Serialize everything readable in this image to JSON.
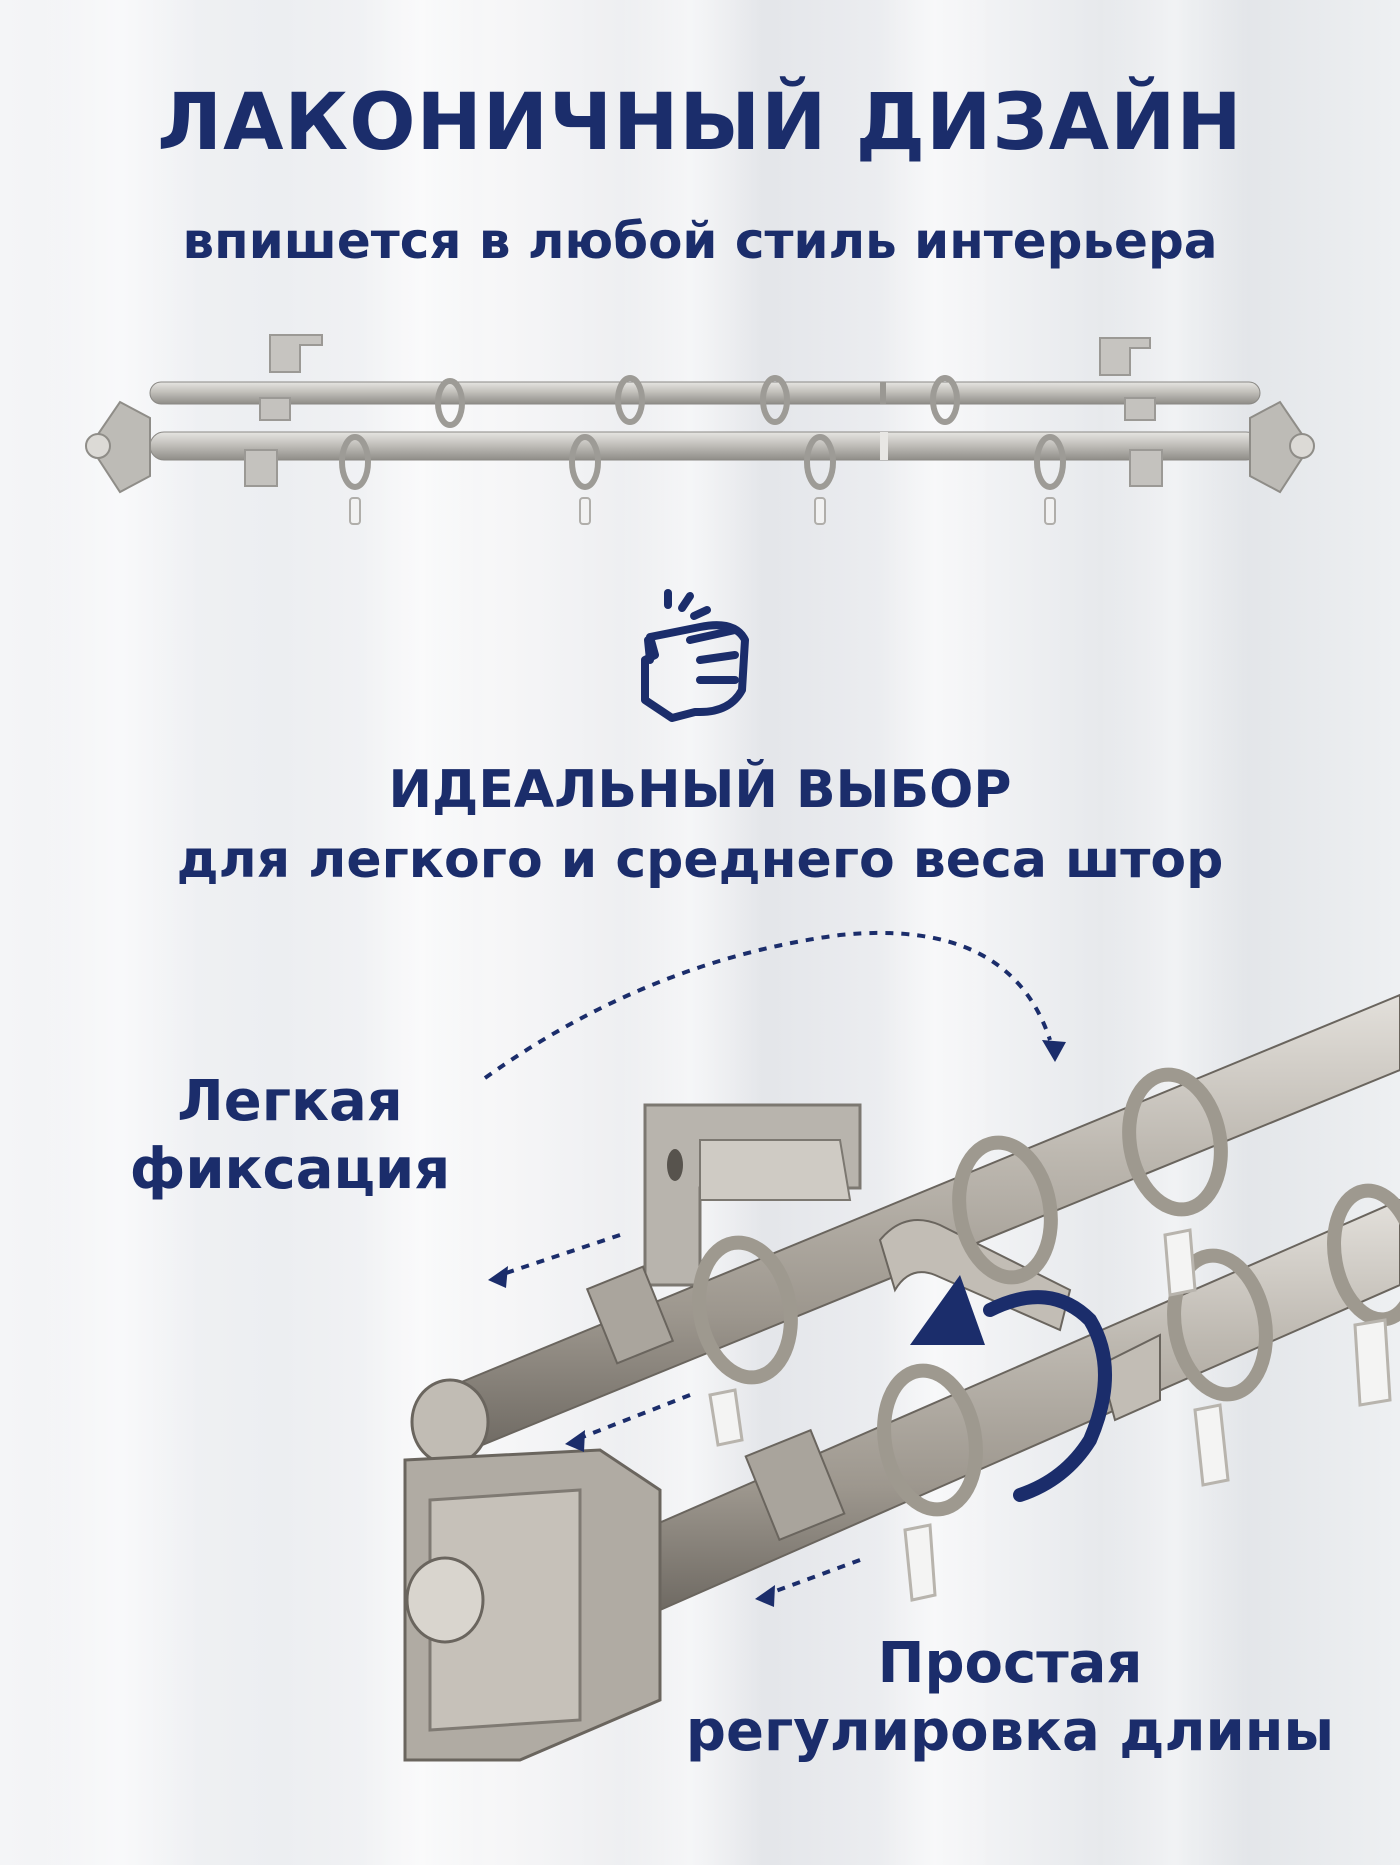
{
  "headline": "ЛАКОНИЧНЫЙ ДИЗАЙН",
  "subheadline": "впишется в любой стиль интерьера",
  "icon": "tap-hand-icon",
  "choice_title": "ИДЕАЛЬНЫЙ ВЫБОР",
  "choice_subtitle": "для легкого и среднего веса штор",
  "features": {
    "fixation": [
      "Легкая",
      "фиксация"
    ],
    "length": [
      "Простая",
      "регулировка длины"
    ]
  },
  "colors": {
    "text": "#1b2d6b",
    "metal": "#b9b7b2",
    "accent": "#1b2d6b"
  }
}
